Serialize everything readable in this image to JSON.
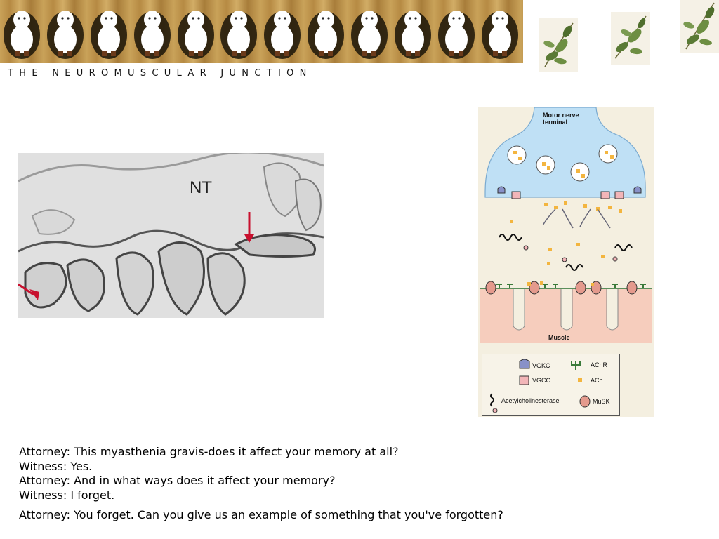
{
  "page": {
    "title": "THE NEUROMUSCULAR JUNCTION"
  },
  "banner": {
    "icon": "snowman-figure-icon",
    "tile_count": 12,
    "colors": {
      "background": "#c9a259",
      "figure": "#ffffff"
    }
  },
  "decorations": {
    "icon": "leaf-sprig-icon",
    "count": 3
  },
  "micrograph": {
    "label": "NT",
    "arrow_color": "#c8102e"
  },
  "diagram": {
    "top_label": "Motor nerve terminal",
    "bottom_label": "Muscle",
    "colors": {
      "terminal": "#bfe0f5",
      "muscle": "#f6cdbd",
      "ach": "#f3b53f"
    },
    "legend": {
      "vgkc": "VGKC",
      "vgcc": "VGCC",
      "achr": "AChR",
      "ach": "ACh",
      "acetylcholinesterase": "Acetylcholinesterase",
      "musk": "MuSK"
    }
  },
  "dialogue": {
    "lines": [
      "Attorney: This myasthenia gravis-does it affect your memory at all?",
      "Witness: Yes.",
      "Attorney: And in what ways does it affect your memory?",
      "Witness: I forget.",
      "Attorney: You forget. Can you give us an example of something that you've forgotten?"
    ]
  }
}
